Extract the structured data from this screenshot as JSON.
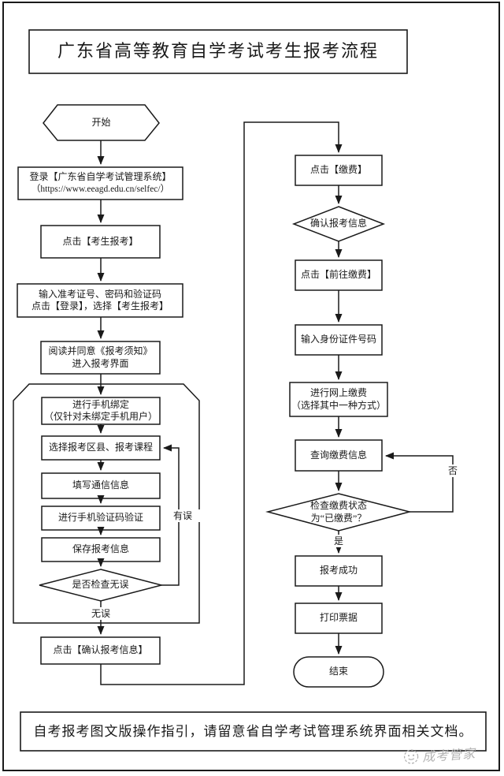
{
  "page": {
    "title": "广东省高等教育自学考试考生报考流程",
    "note": "自考报考图文版操作指引，请留意省自学考试管理系统界面相关文档。",
    "watermark": "成考管家",
    "line_color": "#1a1a1a",
    "watermark_color": "#b4b4b4"
  },
  "flow": {
    "start": "开始",
    "end": "结束",
    "left": {
      "login_line1": "登录【广东省自学考试管理系统】",
      "login_line2": "（https://www.eeagd.edu.cn/selfec/）",
      "click_register": "点击【考生报考】",
      "input_line1": "输入准考证号、密码和验证码",
      "input_line2": "点击【登录】，选择【考生报考】",
      "read_line1": "阅读并同意《报考须知》",
      "read_line2": "进入报考界面",
      "bind_line1": "进行手机绑定",
      "bind_line2": "（仅针对未绑定手机用户）",
      "select_area": "选择报考区县、报考课程",
      "fill_info": "填写通信信息",
      "verify_code": "进行手机验证码验证",
      "save_info": "保存报考信息",
      "check_ok": "是否检查无误",
      "confirm_info": "点击【确认报考信息】"
    },
    "right": {
      "click_pay": "点击【缴费】",
      "confirm_register": "确认报考信息",
      "go_pay": "点击【前往缴费】",
      "id_number": "输入身份证件号码",
      "online_line1": "进行网上缴费",
      "online_line2": "（选择其中一种方式）",
      "query_pay": "查询缴费信息",
      "status_line1": "检查缴费状态",
      "status_line2": "为“已缴费”？",
      "success": "报考成功",
      "print": "打印票据"
    },
    "labels": {
      "has_error": "有误",
      "no_error": "无误",
      "yes": "是",
      "no": "否"
    }
  }
}
